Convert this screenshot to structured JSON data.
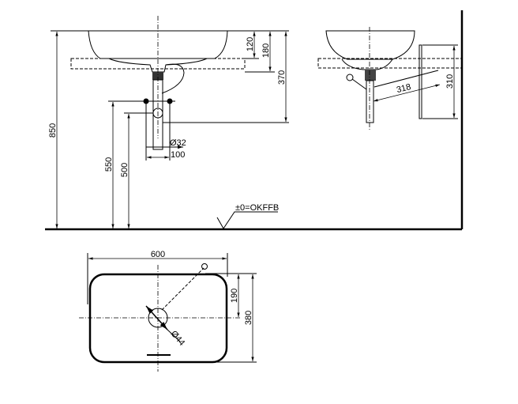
{
  "front_view": {
    "dims": {
      "total_height": "850",
      "basin_depth": "120",
      "counter_to_top": "180",
      "waste_outlet": "370",
      "supply_height": "550",
      "waste_height": "500",
      "pipe_diameter": "Ø32",
      "supply_spacing": "100"
    },
    "floor_label": "±0=OKFFB"
  },
  "side_view": {
    "dims": {
      "pull_rod_length": "318",
      "pull_rod_height": "310"
    }
  },
  "top_view": {
    "dims": {
      "width": "600",
      "half_depth": "190",
      "depth": "380",
      "drain_diameter": "Ø44"
    }
  }
}
